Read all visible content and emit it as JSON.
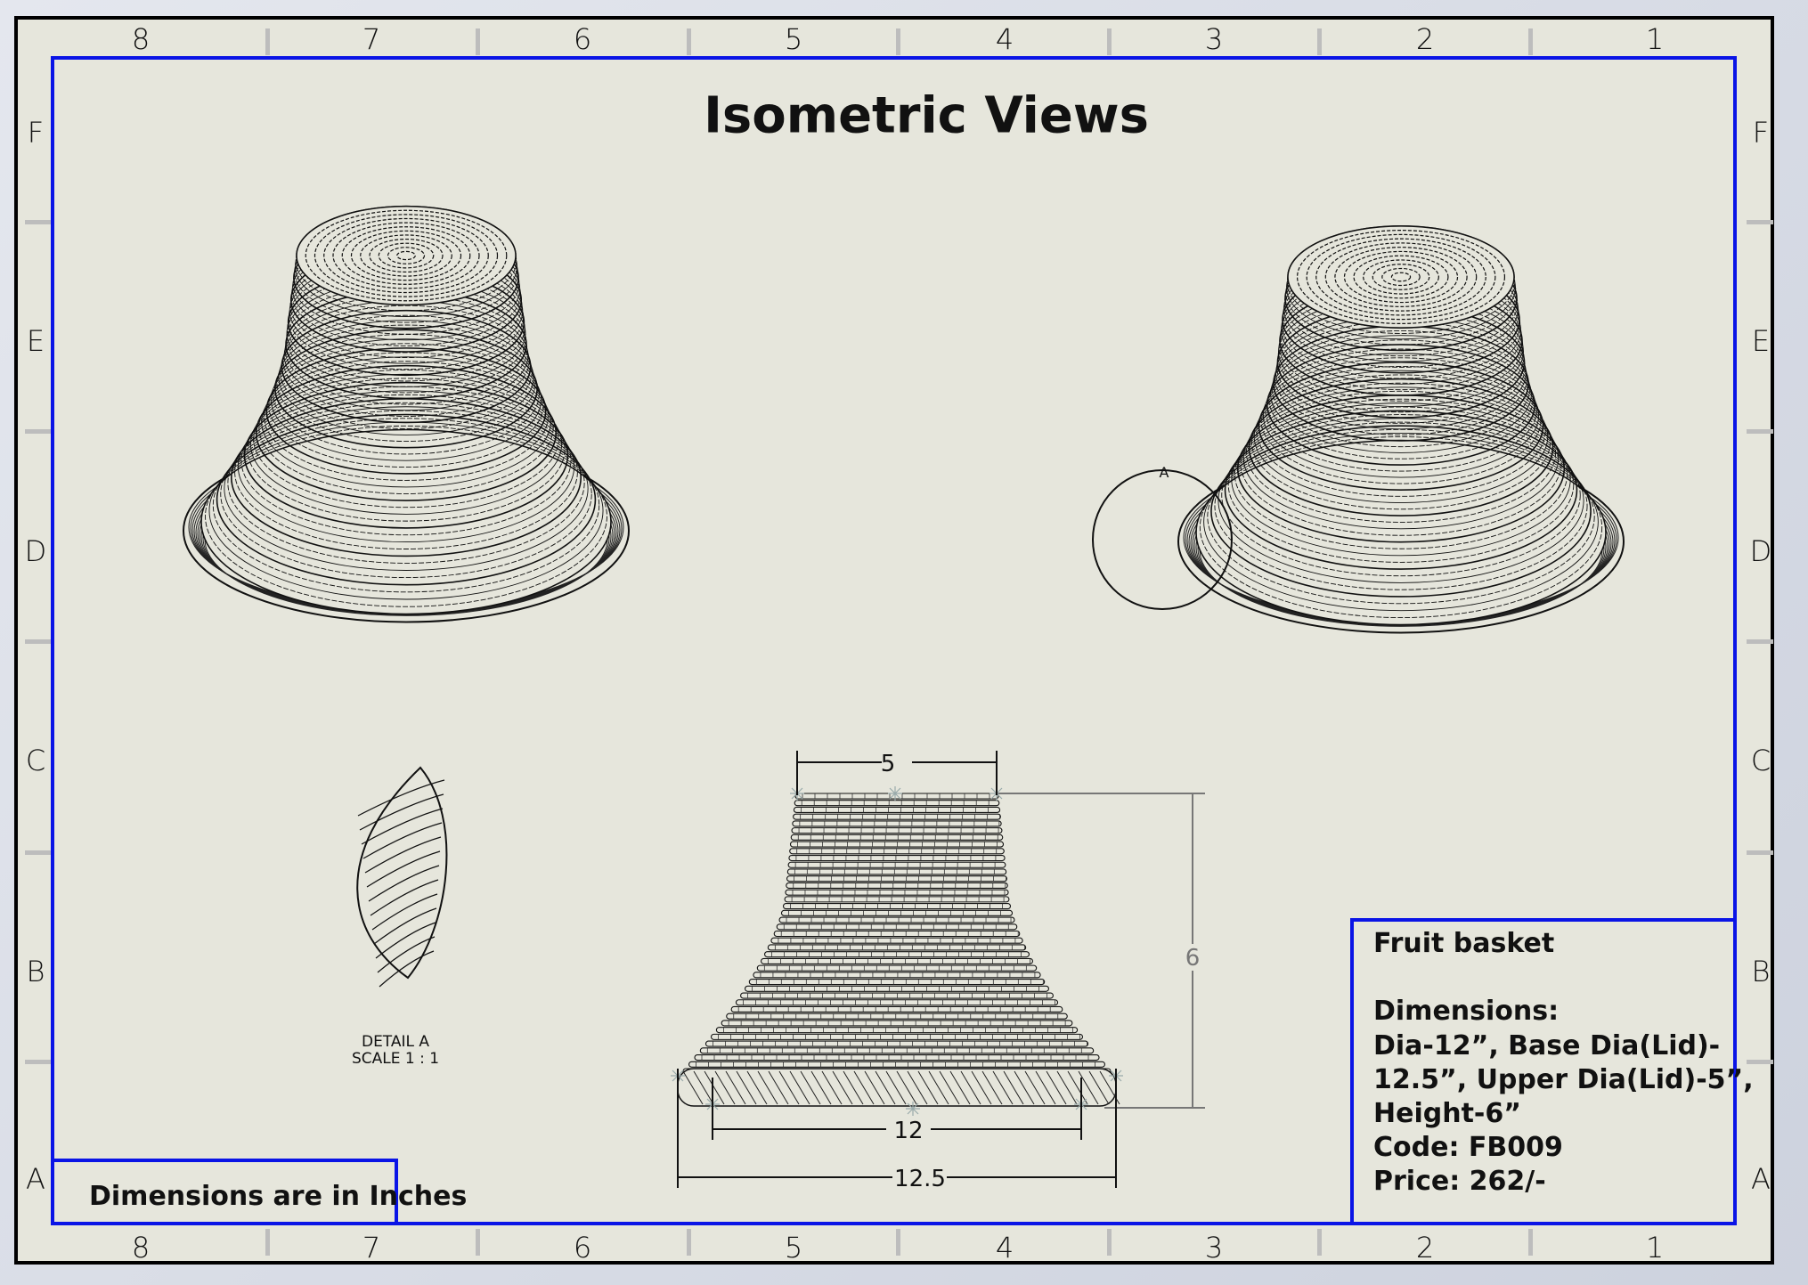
{
  "sheet": {
    "title": "Isometric Views",
    "columns": [
      "8",
      "7",
      "6",
      "5",
      "4",
      "3",
      "2",
      "1"
    ],
    "rows": [
      "F",
      "E",
      "D",
      "C",
      "B",
      "A"
    ]
  },
  "note": "Dimensions are in Inches",
  "detail": {
    "label": "A",
    "name": "DETAIL A",
    "scale": "SCALE 1 : 1"
  },
  "dimensions": {
    "upper": "5",
    "height": "6",
    "dia": "12",
    "base": "12.5"
  },
  "title_block": {
    "product": "Fruit basket",
    "heading": "Dimensions:",
    "line1": "Dia-12”, Base Dia(Lid)-",
    "line2": "12.5”, Upper Dia(Lid)-5”,",
    "line3": "Height-6”",
    "code": "Code: FB009",
    "price": "Price: 262/-"
  },
  "colors": {
    "border": "#0a14e6",
    "paper": "#e6e6dc"
  }
}
